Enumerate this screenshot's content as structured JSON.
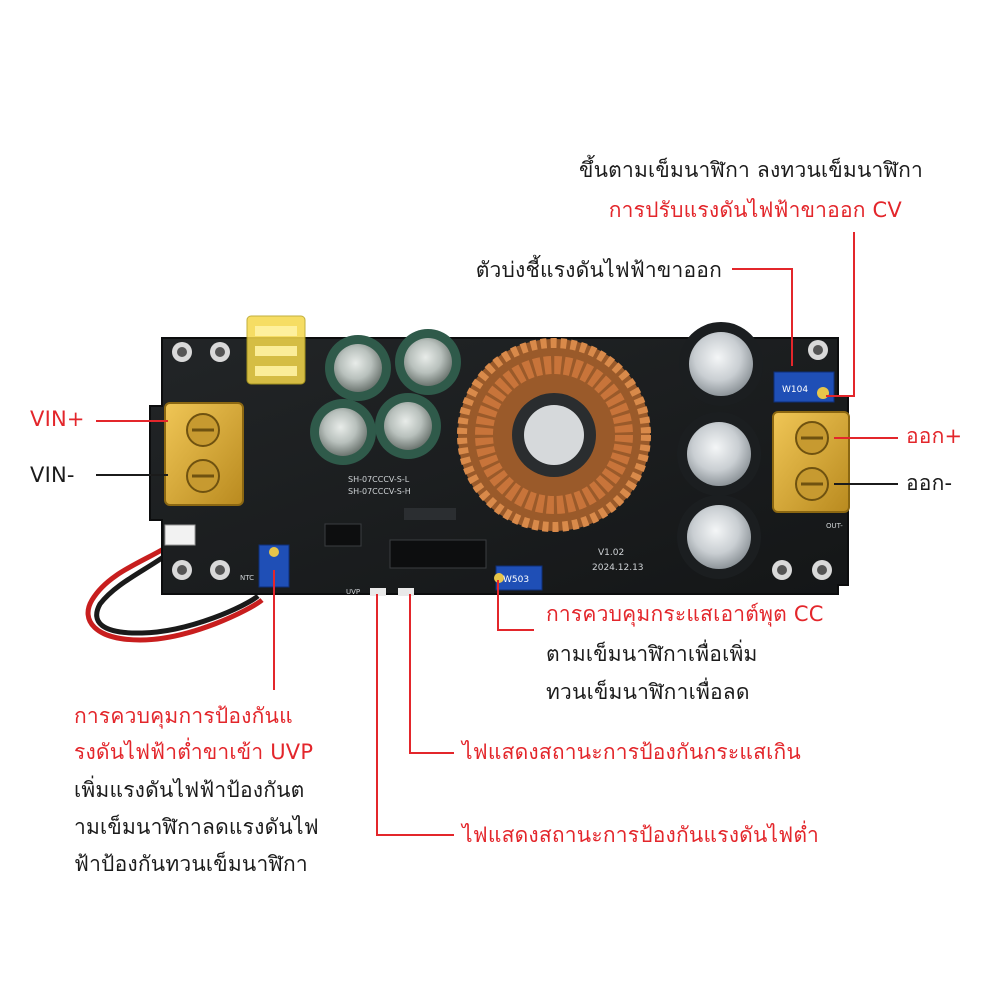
{
  "colors": {
    "accent_red": "#e3262b",
    "text_black": "#1b1b1b",
    "pcb": "#1a1c1e",
    "terminal_yellow": "#e2b43a",
    "copper": "#c8743a",
    "pot_blue": "#1f4fb6",
    "capacitor_green": "#2f5a4a"
  },
  "callouts": {
    "cv_line1": "ขึ้นตามเข็มนาฬิกา ลงทวนเข็มนาฬิกา",
    "cv_line2": "การปรับแรงดันไฟฟ้าขาออก CV",
    "output_indicator": "ตัวบ่งชี้แรงดันไฟฟ้าขาออก",
    "vin_plus": "VIN+",
    "vin_minus": "VIN-",
    "out_plus": "ออก+",
    "out_minus": "ออก-",
    "cc_line1": "การควบคุมกระแสเอาต์พุต CC",
    "cc_line2": "ตามเข็มนาฬิกาเพื่อเพิ่ม",
    "cc_line3": "ทวนเข็มนาฬิกาเพื่อลด",
    "uvp_line1": "การควบคุมการป้องกันแ",
    "uvp_line2": "รงดันไฟฟ้าต่ำขาเข้า UVP",
    "uvp_line3": "เพิ่มแรงดันไฟฟ้าป้องกันต",
    "uvp_line4": "ามเข็มนาฬิกาลดแรงดันไฟ",
    "uvp_line5": "ฟ้าป้องกันทวนเข็มนาฬิกา",
    "overcurrent_led": "ไฟแสดงสถานะการป้องกันกระแสเกิน",
    "undervoltage_led": "ไฟแสดงสถานะการป้องกันแรงดันไฟต่ำ"
  },
  "board": {
    "version": "V1.02",
    "date": "2024.12.13",
    "silk_l": "SH-07CCCV-S-L",
    "silk_h": "SH-07CCCV-S-H",
    "pot_label": "W104",
    "pot_label_2": "W503",
    "ntc": "NTC",
    "uvp": "UVP",
    "out": "OUT-"
  }
}
